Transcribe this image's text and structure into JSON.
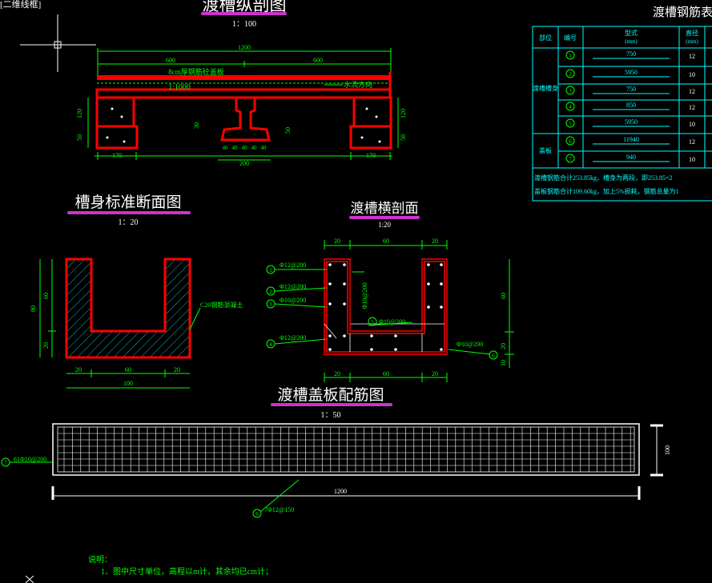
{
  "viewport_label": "[二维线框]",
  "titles": {
    "longitudinal": {
      "text": "渡槽纵剖图",
      "scale": "1：100"
    },
    "body_section": {
      "text": "槽身标准断面图",
      "scale": "1：20"
    },
    "cross_section": {
      "text": "渡槽横剖面",
      "scale": "1:20"
    },
    "cover_rebar": {
      "text": "渡槽盖板配筋图",
      "scale": "1：50"
    }
  },
  "longitudinal": {
    "total": "1200",
    "left": "600",
    "right": "600",
    "rebar_note": "8cm厚钢筋砼盖板",
    "slope": "1:1000",
    "flow": "水流方向",
    "h120_left": "120",
    "h50_left": "50",
    "h120_right": "120",
    "h50_right": "50",
    "w170_left": "170",
    "w170_right": "170",
    "pier_30": "30",
    "pier_50": "50",
    "pier_a": "40",
    "pier_b": "40",
    "pier_c": "40",
    "pier_d": "40",
    "pier_e": "40",
    "pier_total": "200"
  },
  "body_section": {
    "h80": "80",
    "h60": "60",
    "h20": "20",
    "w20a": "20",
    "w60": "60",
    "w20b": "20",
    "w100": "100",
    "concrete": "C20钢筋混凝土"
  },
  "cross_section": {
    "t20a": "20",
    "t60": "60",
    "t20b": "20",
    "b20a": "20",
    "b60": "60",
    "b20b": "20",
    "r60": "60",
    "r20": "20",
    "r10": "10",
    "bar1": "Φ12@200",
    "bar2": "Φ12@200",
    "bar3": "Φ10@200",
    "bar4": "Φ12@200",
    "bar5": "Φ10@200",
    "bar6": "Φ10@200",
    "bar23": "Φ10@200",
    "n1": "1",
    "n2": "2",
    "n3": "3",
    "n4": "4",
    "n5": "5",
    "n6": "6"
  },
  "cover": {
    "left_bar": "61Φ10@200",
    "left_num": "7",
    "bottom_bar": "7Φ12@150",
    "bottom_num": "6",
    "length": "1200",
    "height": "100"
  },
  "notes": {
    "title": "说明：",
    "line1": "1、图中尺寸单位，高程以m计，其余均已cm计；"
  },
  "table": {
    "title": "渡槽钢筋表",
    "headers": [
      "部位",
      "编号",
      "型式",
      "(mm)",
      "直径",
      "(mm)"
    ],
    "group1": "渡槽槽身",
    "group2": "盖板",
    "rows": [
      {
        "num": "1",
        "len": "750",
        "dia": "12"
      },
      {
        "num": "2",
        "len": "5950",
        "dia": "10"
      },
      {
        "num": "3",
        "len": "750",
        "dia": "12"
      },
      {
        "num": "4",
        "len": "850",
        "dia": "12"
      },
      {
        "num": "5",
        "len": "5950",
        "dia": "10"
      },
      {
        "num": "6",
        "len": "11940",
        "dia": "12"
      },
      {
        "num": "7",
        "len": "940",
        "dia": "10"
      }
    ],
    "footer1": "渡槽钢筋合计253.85kg，槽身为两段，即253.85×2",
    "footer2": "盖板钢筋合计109.60kg，加上5%损耗，钢筋总量为1"
  }
}
